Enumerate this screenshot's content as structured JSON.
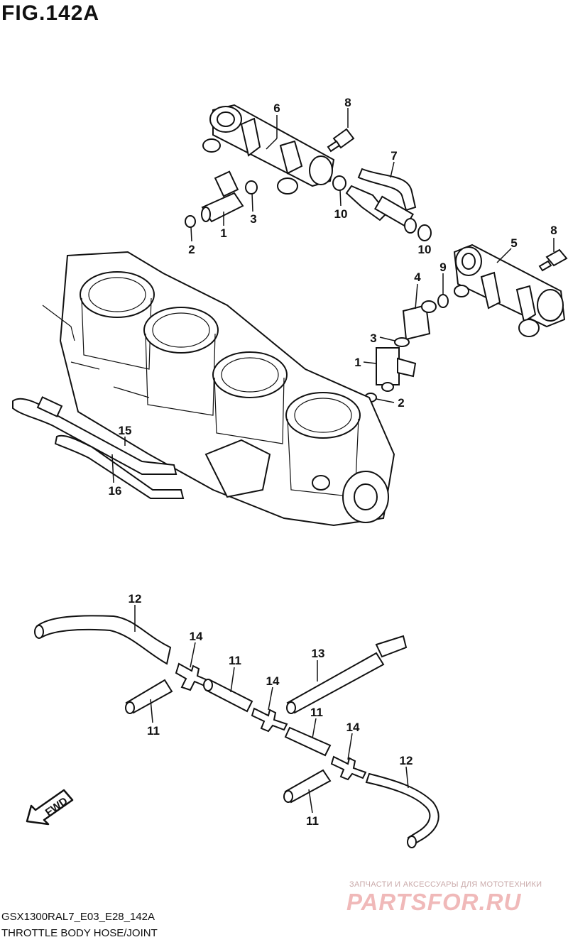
{
  "figure": {
    "title": "FIG.142A",
    "code": "GSX1300RAL7_E03_E28_142A",
    "description": "THROTTLE BODY HOSE/JOINT"
  },
  "fwd_badge": {
    "label": "FWD"
  },
  "watermark": {
    "tagline": "ЗАПЧАСТИ И АКСЕССУАРЫ ДЛЯ МОТОТЕХНИКИ",
    "logo": "PARTSFOR.RU"
  },
  "callouts": {
    "c1a": "1",
    "c1b": "1",
    "c2a": "2",
    "c2b": "2",
    "c3a": "3",
    "c3b": "3",
    "c4": "4",
    "c5": "5",
    "c6": "6",
    "c7": "7",
    "c8a": "8",
    "c8b": "8",
    "c9": "9",
    "c10a": "10",
    "c10b": "10",
    "c11a": "11",
    "c11b": "11",
    "c11c": "11",
    "c11d": "11",
    "c12a": "12",
    "c12b": "12",
    "c13": "13",
    "c14a": "14",
    "c14b": "14",
    "c14c": "14",
    "c15": "15",
    "c16": "16"
  }
}
